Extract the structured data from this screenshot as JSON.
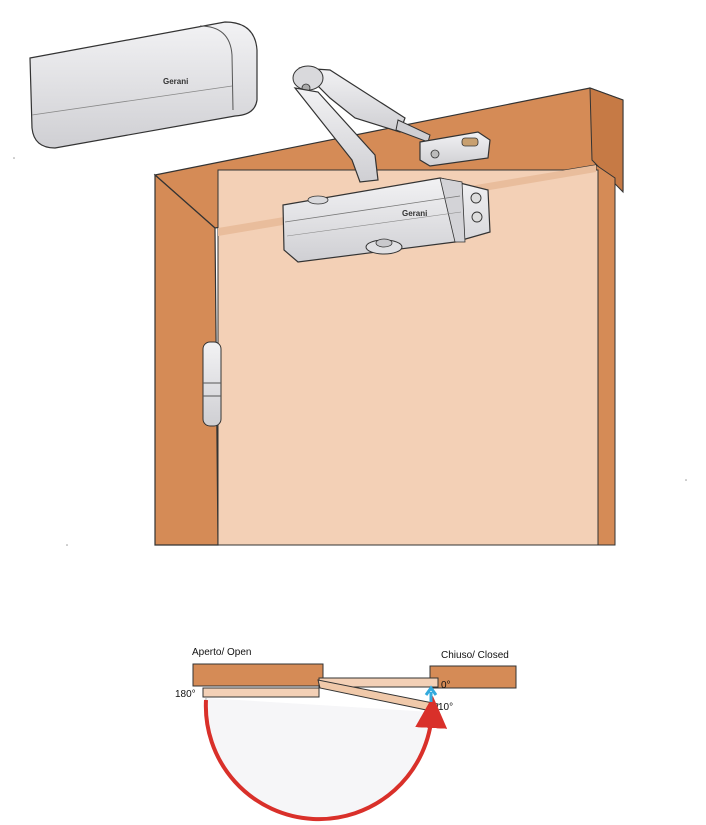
{
  "illustration": {
    "brand_mark": "Gerani",
    "colors": {
      "frame": "#d58b56",
      "door": "#f3d0b6",
      "closer_body": "#e6e6e8",
      "arc_arrow": "#d9302a",
      "small_arrow": "#33aadd"
    }
  },
  "diagram": {
    "open_label": "Aperto/ Open",
    "closed_label": "Chiuso/   Closed",
    "angle_open": "180°",
    "angle_closed": "0°",
    "angle_latch": "10°"
  }
}
